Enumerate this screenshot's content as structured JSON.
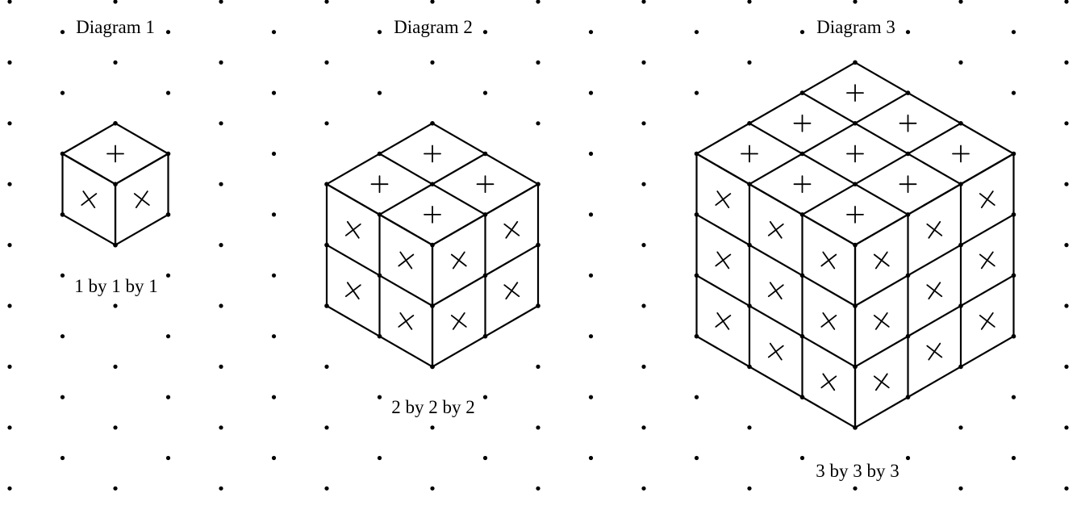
{
  "diagrams": [
    {
      "title": "Diagram 1",
      "caption": "1 by 1 by 1",
      "size": 1
    },
    {
      "title": "Diagram 2",
      "caption": "2 by 2 by 2",
      "size": 2
    },
    {
      "title": "Diagram 3",
      "caption": "3 by 3 by 3",
      "size": 3
    }
  ],
  "colors": {
    "ink": "#000000",
    "background": "#ffffff"
  }
}
